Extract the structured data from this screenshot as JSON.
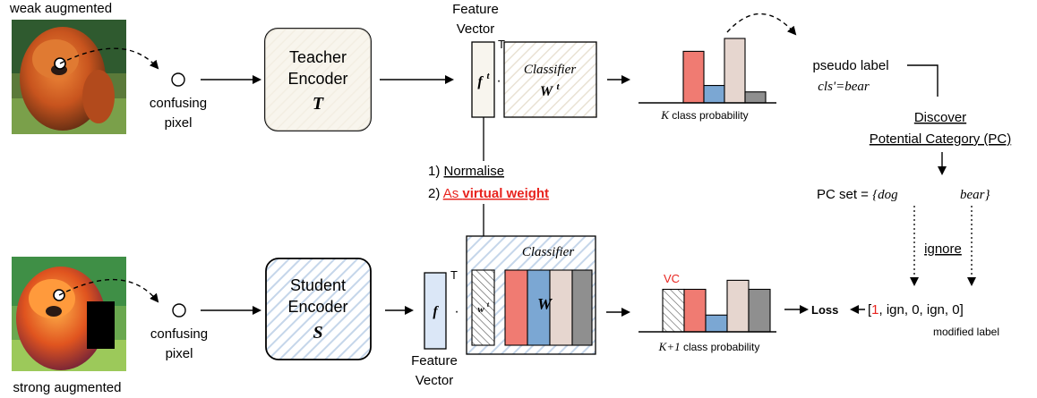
{
  "images": {
    "weak_label": "weak augmented",
    "strong_label": "strong augmented"
  },
  "pixel": {
    "label_line1": "confusing",
    "label_line2": "pixel"
  },
  "teacher": {
    "line1": "Teacher",
    "line2": "Encoder",
    "symbol": "T"
  },
  "student": {
    "line1": "Student",
    "line2": "Encoder",
    "symbol": "S"
  },
  "feature_vector": {
    "line1": "Feature",
    "line2": "Vector",
    "transpose": "T",
    "teacher_symbol": "f",
    "teacher_sup": "t",
    "student_symbol": "f",
    "dot": "·"
  },
  "classifier": {
    "title": "Classifier",
    "teacher_weight": "W",
    "teacher_weight_sup": "t",
    "student_weight": "W",
    "virtual_weight_symbol": "w",
    "virtual_weight_sup": "t"
  },
  "steps": {
    "step1_prefix": "1) ",
    "step1": "Normalise",
    "step2_prefix": "2) ",
    "step2_as": "As ",
    "step2_bold": "virtual weight"
  },
  "prob_top": {
    "k_symbol": "K",
    "label": " class probability",
    "values": [
      0.8,
      0.27,
      1.0,
      0.17
    ],
    "colors": [
      "#f07b72",
      "#7ba7d3",
      "#e6d6cf",
      "#8f8f8f"
    ]
  },
  "prob_bottom": {
    "k_symbol": "K+1",
    "label": " class probability",
    "vc_label": "VC",
    "values": [
      0.66,
      0.66,
      0.26,
      0.8,
      0.66
    ],
    "colors": [
      "hatch",
      "#f07b72",
      "#7ba7d3",
      "#e6d6cf",
      "#8f8f8f"
    ]
  },
  "pseudo": {
    "title": "pseudo label",
    "value": "cls'=bear"
  },
  "discover": {
    "line1": "Discover",
    "line2": "Potential Category (PC)"
  },
  "pc_set": {
    "prefix": "PC set = ",
    "open": "{dog",
    "close": "bear}"
  },
  "ignore_label": "ignore",
  "loss_label": "Loss",
  "modified": {
    "open": "[",
    "first": "1",
    "rest": ",  ign,  0,  ign,  0]",
    "caption": "modified label"
  },
  "colors": {
    "accent_red": "#e8241f",
    "teacher_box": "#f6f1e7",
    "student_box": "#dbe7f7",
    "hatch_blue": "#c5d6ea"
  }
}
